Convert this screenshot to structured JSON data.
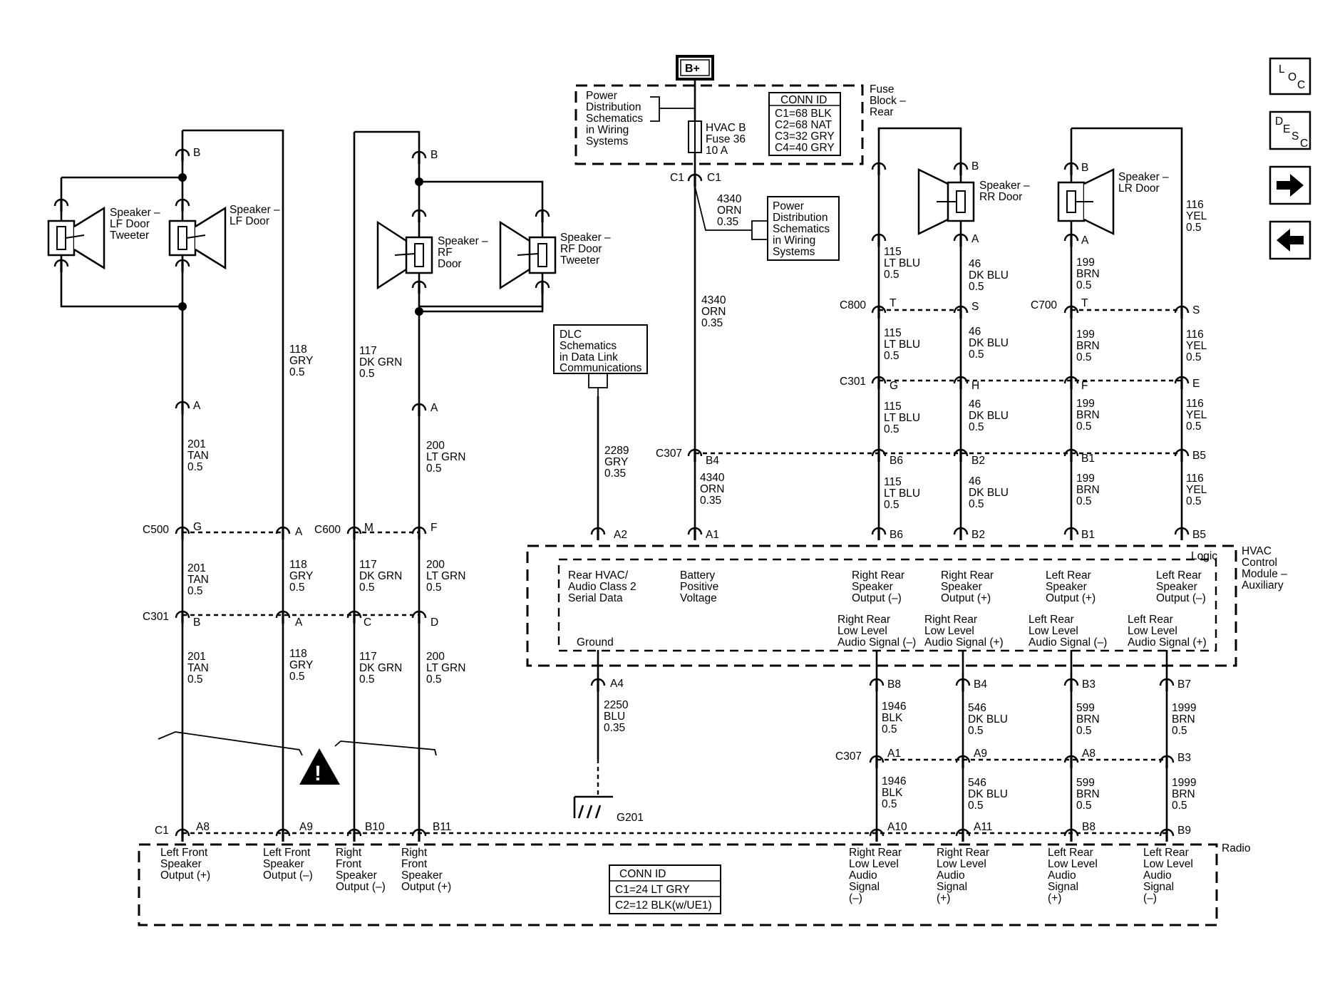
{
  "power": {
    "label": "B+"
  },
  "fuse_block": {
    "title": [
      "Fuse",
      "Block –",
      "Rear"
    ],
    "pds_ref": [
      "Power",
      "Distribution",
      "Schematics",
      "in Wiring",
      "Systems"
    ],
    "fuse_label": [
      "HVAC B",
      "Fuse 36",
      "10 A"
    ],
    "conn_id": [
      "CONN ID",
      "C1=68 BLK",
      "C2=68 NAT",
      "C3=32 GRY",
      "C4=40 GRY"
    ],
    "connectors": [
      "C1",
      "C1"
    ]
  },
  "pds_ref2": [
    "Power",
    "Distribution",
    "Schematics",
    "in Wiring",
    "Systems"
  ],
  "dlc_ref": [
    "DLC",
    "Schematics",
    "in Data Link",
    "Communications"
  ],
  "speakers": {
    "lf_tweeter": [
      "Speaker –",
      "LF Door",
      "Tweeter"
    ],
    "lf_door": [
      "Speaker –",
      "LF Door"
    ],
    "rf_door": [
      "Speaker –",
      "RF",
      "Door"
    ],
    "rf_tweeter": [
      "Speaker –",
      "RF Door",
      "Tweeter"
    ],
    "rr_door": [
      "Speaker –",
      "RR Door"
    ],
    "lr_door": [
      "Speaker –",
      "LR Door"
    ]
  },
  "wires": {
    "w201": [
      "201",
      "TAN",
      "0.5"
    ],
    "w118": [
      "118",
      "GRY",
      "0.5"
    ],
    "w117": [
      "117",
      "DK GRN",
      "0.5"
    ],
    "w200": [
      "200",
      "LT GRN",
      "0.5"
    ],
    "w4340": [
      "4340",
      "ORN",
      "0.35"
    ],
    "w2289": [
      "2289",
      "GRY",
      "0.35"
    ],
    "w115": [
      "115",
      "LT BLU",
      "0.5"
    ],
    "w46": [
      "46",
      "DK BLU",
      "0.5"
    ],
    "w199": [
      "199",
      "BRN",
      "0.5"
    ],
    "w116": [
      "116",
      "YEL",
      "0.5"
    ],
    "w2250": [
      "2250",
      "BLU",
      "0.35"
    ],
    "w1946": [
      "1946",
      "BLK",
      "0.5"
    ],
    "w546": [
      "546",
      "DK BLU",
      "0.5"
    ],
    "w599": [
      "599",
      "BRN",
      "0.5"
    ],
    "w1999": [
      "1999",
      "BRN",
      "0.5"
    ]
  },
  "connectors": {
    "c500": "C500",
    "c600": "C600",
    "c301": "C301",
    "c307": "C307",
    "c800": "C800",
    "c700": "C700",
    "c1": "C1",
    "g201": "G201"
  },
  "pins": {
    "B": "B",
    "A": "A",
    "G": "G",
    "M": "M",
    "F": "F",
    "C": "C",
    "D": "D",
    "T": "T",
    "S": "S",
    "H": "H",
    "E": "E",
    "A1": "A1",
    "A2": "A2",
    "A4": "A4",
    "A8": "A8",
    "A9": "A9",
    "A10": "A10",
    "A11": "A11",
    "B1": "B1",
    "B2": "B2",
    "B3": "B3",
    "B4": "B4",
    "B5": "B5",
    "B6": "B6",
    "B7": "B7",
    "B8": "B8",
    "B9": "B9",
    "B10": "B10",
    "B11": "B11"
  },
  "hvac_module": {
    "title": [
      "HVAC",
      "Control",
      "Module –",
      "Auxiliary"
    ],
    "logic": "Logic",
    "ground": "Ground",
    "rear_hvac": [
      "Rear HVAC/",
      "Audio Class 2",
      "Serial Data"
    ],
    "battery": [
      "Battery",
      "Positive",
      "Voltage"
    ],
    "rr_out_neg": [
      "Right Rear",
      "Speaker",
      "Output (–)"
    ],
    "rr_out_pos": [
      "Right Rear",
      "Speaker",
      "Output (+)"
    ],
    "lr_out_pos": [
      "Left Rear",
      "Speaker",
      "Output (+)"
    ],
    "lr_out_neg": [
      "Left Rear",
      "Speaker",
      "Output (–)"
    ],
    "rr_low_neg": [
      "Right Rear",
      "Low Level",
      "Audio Signal (–)"
    ],
    "rr_low_pos": [
      "Right Rear",
      "Low Level",
      "Audio Signal (+)"
    ],
    "lr_low_neg": [
      "Left Rear",
      "Low Level",
      "Audio Signal (–)"
    ],
    "lr_low_pos": [
      "Left Rear",
      "Low Level",
      "Audio Signal (+)"
    ]
  },
  "radio": {
    "title": "Radio",
    "lf_pos": [
      "Left Front",
      "Speaker",
      "Output (+)"
    ],
    "lf_neg": [
      "Left Front",
      "Speaker",
      "Output (–)"
    ],
    "rf_neg": [
      "Right",
      "Front",
      "Speaker",
      "Output (–)"
    ],
    "rf_pos": [
      "Right",
      "Front",
      "Speaker",
      "Output (+)"
    ],
    "rr_neg": [
      "Right Rear",
      "Low Level",
      "Audio",
      "Signal",
      "(–)"
    ],
    "rr_pos": [
      "Right Rear",
      "Low Level",
      "Audio",
      "Signal",
      "(+)"
    ],
    "lr_pos": [
      "Left Rear",
      "Low Level",
      "Audio",
      "Signal",
      "(+)"
    ],
    "lr_neg": [
      "Left Rear",
      "Low Level",
      "Audio",
      "Signal",
      "(–)"
    ],
    "conn_id": [
      "CONN ID",
      "C1=24 LT GRY",
      "C2=12 BLK(w/UE1)"
    ]
  },
  "nav": {
    "loc": [
      "L",
      "O",
      "C"
    ],
    "desc": [
      "D",
      "E",
      "S",
      "C"
    ]
  }
}
